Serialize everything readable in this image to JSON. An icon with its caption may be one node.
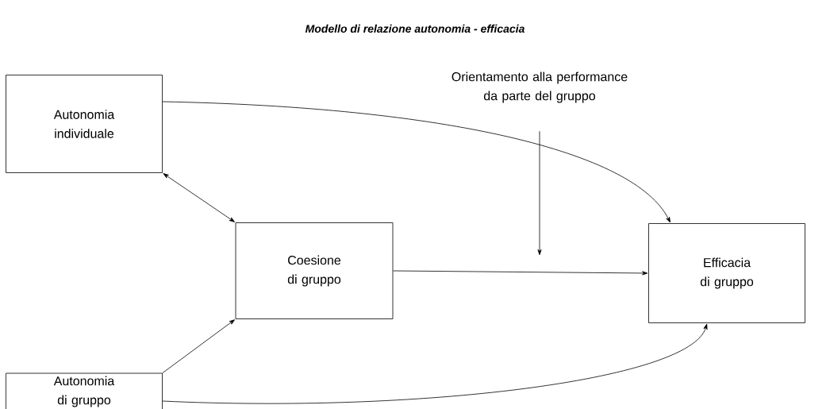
{
  "diagram": {
    "title": "Modello di relazione autonomia - efficacia",
    "nodes": [
      {
        "text": [
          "Autonomia individuale"
        ]
      },
      {
        "text": [
          "Coesione di gruppo"
        ]
      },
      {
        "text": [
          "Efficacia di gruppo"
        ]
      },
      {
        "text": [
          "Autonomia di gruppo"
        ]
      },
      {
        "text": [
          "Orientamento alla performance da parte del gruppo"
        ]
      }
    ],
    "edges": [
      {
        "from": 0,
        "to": 1,
        "arrow": "both"
      },
      {
        "from": 0,
        "to": 2,
        "arrow": "to"
      },
      {
        "from": 1,
        "to": 2,
        "arrow": "to"
      },
      {
        "from": 3,
        "to": 1,
        "arrow": "to"
      },
      {
        "from": 3,
        "to": 2,
        "arrow": "to"
      },
      {
        "from": 4,
        "to": null,
        "arrow": "to"
      }
    ]
  }
}
